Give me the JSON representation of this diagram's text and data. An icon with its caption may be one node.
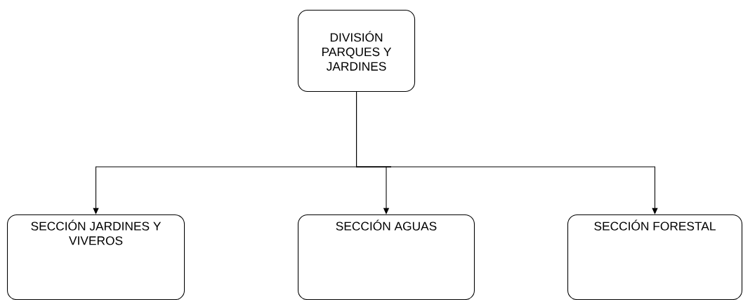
{
  "diagram": {
    "nodes": [
      {
        "text": [
          "DIVISIÓN PARQUES Y JARDINES"
        ]
      },
      {
        "text": [
          "SECCIÓN JARDINES Y VIVEROS"
        ]
      },
      {
        "text": [
          "SECCIÓN AGUAS"
        ]
      },
      {
        "text": [
          "SECCIÓN FORESTAL"
        ]
      }
    ],
    "edges": [
      {
        "from": 0,
        "to": 1,
        "arrow": "to"
      },
      {
        "from": 0,
        "to": 2,
        "arrow": "to"
      },
      {
        "from": 0,
        "to": 3,
        "arrow": "to"
      }
    ]
  }
}
